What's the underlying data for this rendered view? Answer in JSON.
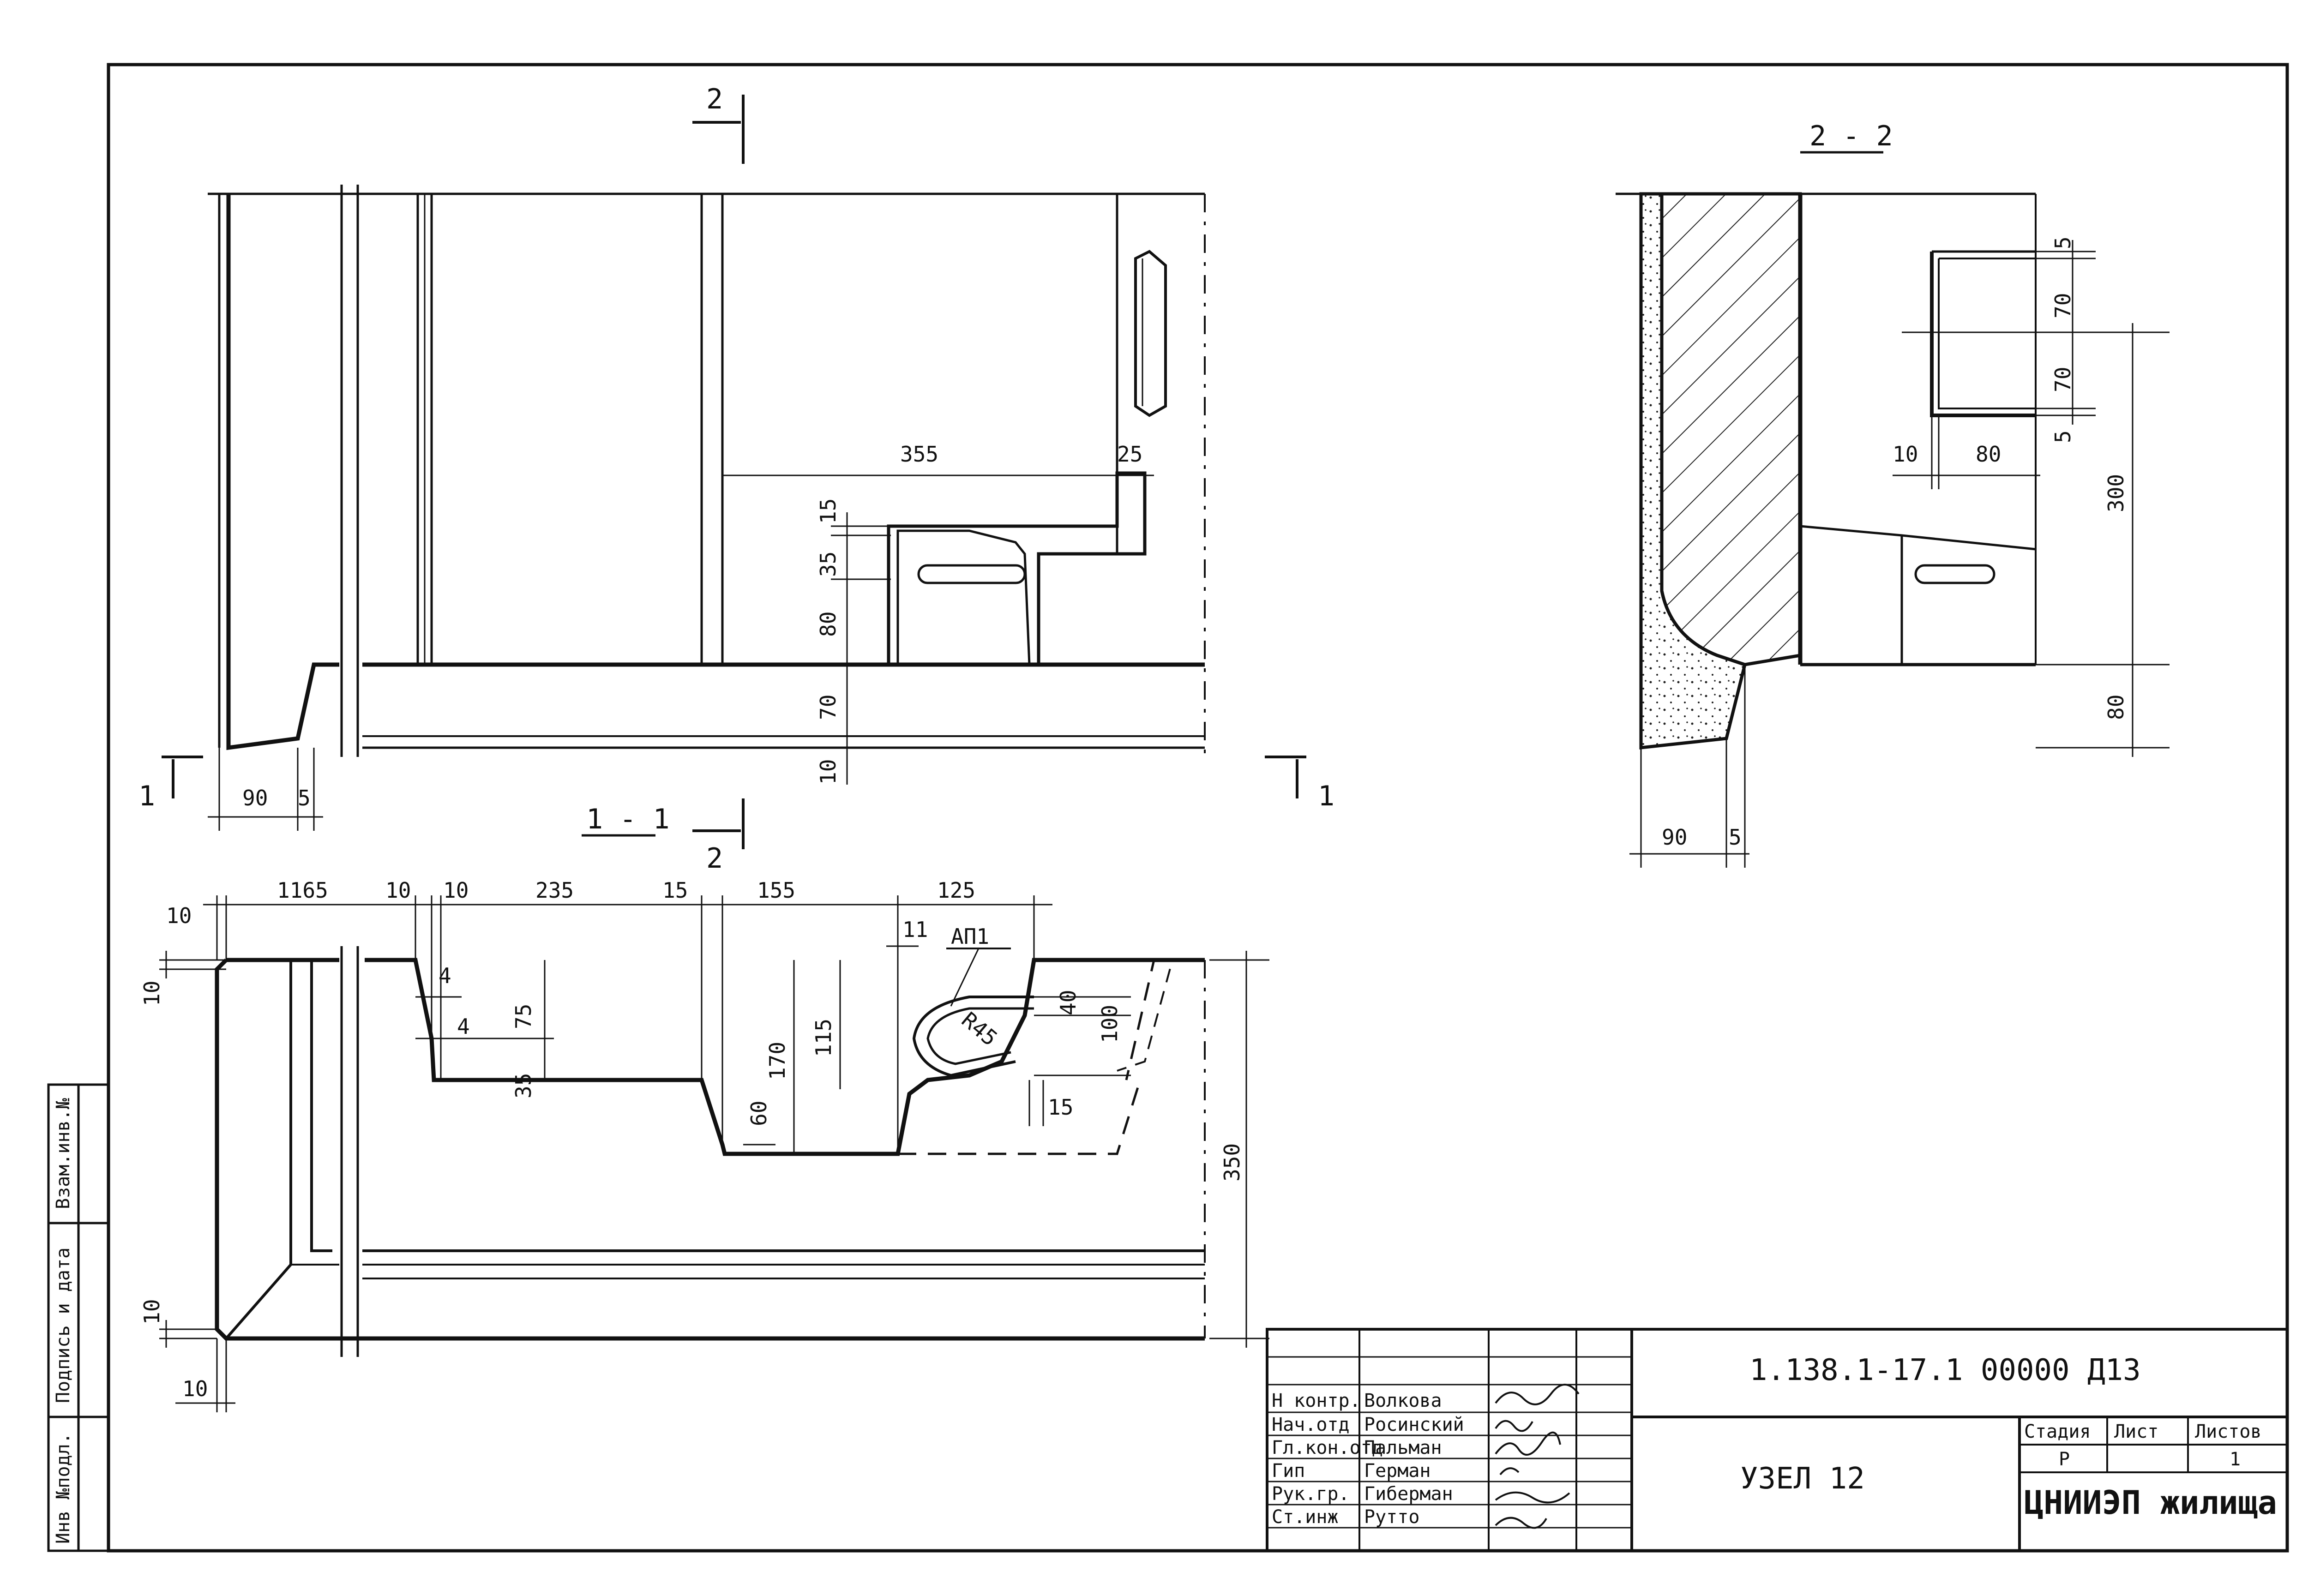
{
  "sections": {
    "cut_1_1": "1 - 1",
    "cut_2_2": "2 - 2",
    "mark_2": "2",
    "mark_1": "1"
  },
  "elevation_dims": {
    "d355": "355",
    "d25": "25",
    "d15": "15",
    "d35": "35",
    "d80": "80",
    "d70": "70",
    "d10": "10",
    "d90": "90",
    "d5": "5"
  },
  "section22_dims": {
    "d5a": "5",
    "d70a": "70",
    "d70b": "70",
    "d5b": "5",
    "d300": "300",
    "d10": "10",
    "d80": "80",
    "d80b": "80",
    "d90": "90",
    "d5": "5"
  },
  "section11_dims": {
    "d1165": "1165",
    "d10a": "10",
    "d10b": "10",
    "d235": "235",
    "d15": "15",
    "d155": "155",
    "d125": "125",
    "d11": "11",
    "ap1": "АП1",
    "d10l": "10",
    "d4a": "4",
    "d4b": "4",
    "d75": "75",
    "d35": "35",
    "d170": "170",
    "d115": "115",
    "d60": "60",
    "r45": "R45",
    "d40": "40",
    "d100": "100",
    "d15b": "15",
    "d350": "350",
    "d10bot": "10",
    "d10b2": "10"
  },
  "side_stamp": {
    "inv_podl": "Инв №подл.",
    "podpis": "Подпись и дата",
    "vzam": "Взам.инв.№"
  },
  "title_block": {
    "doc_code": "1.138.1-17.1 00000 Д13",
    "title": "УЗЕЛ 12",
    "stage_label": "Стадия",
    "sheet_label": "Лист",
    "sheets_label": "Листов",
    "stage_value": "Р",
    "sheets_value": "1",
    "org": "ЦНИИЭП жилища",
    "staff": [
      {
        "role": "Н контр.",
        "name": "Волкова"
      },
      {
        "role": "Нач.отд",
        "name": "Росинский"
      },
      {
        "role": "Гл.кон.отд",
        "name": "Пальман"
      },
      {
        "role": "Гип",
        "name": "Герман"
      },
      {
        "role": "Рук.гр.",
        "name": "Гиберман"
      },
      {
        "role": "Ст.инж",
        "name": "Рутто"
      }
    ]
  }
}
